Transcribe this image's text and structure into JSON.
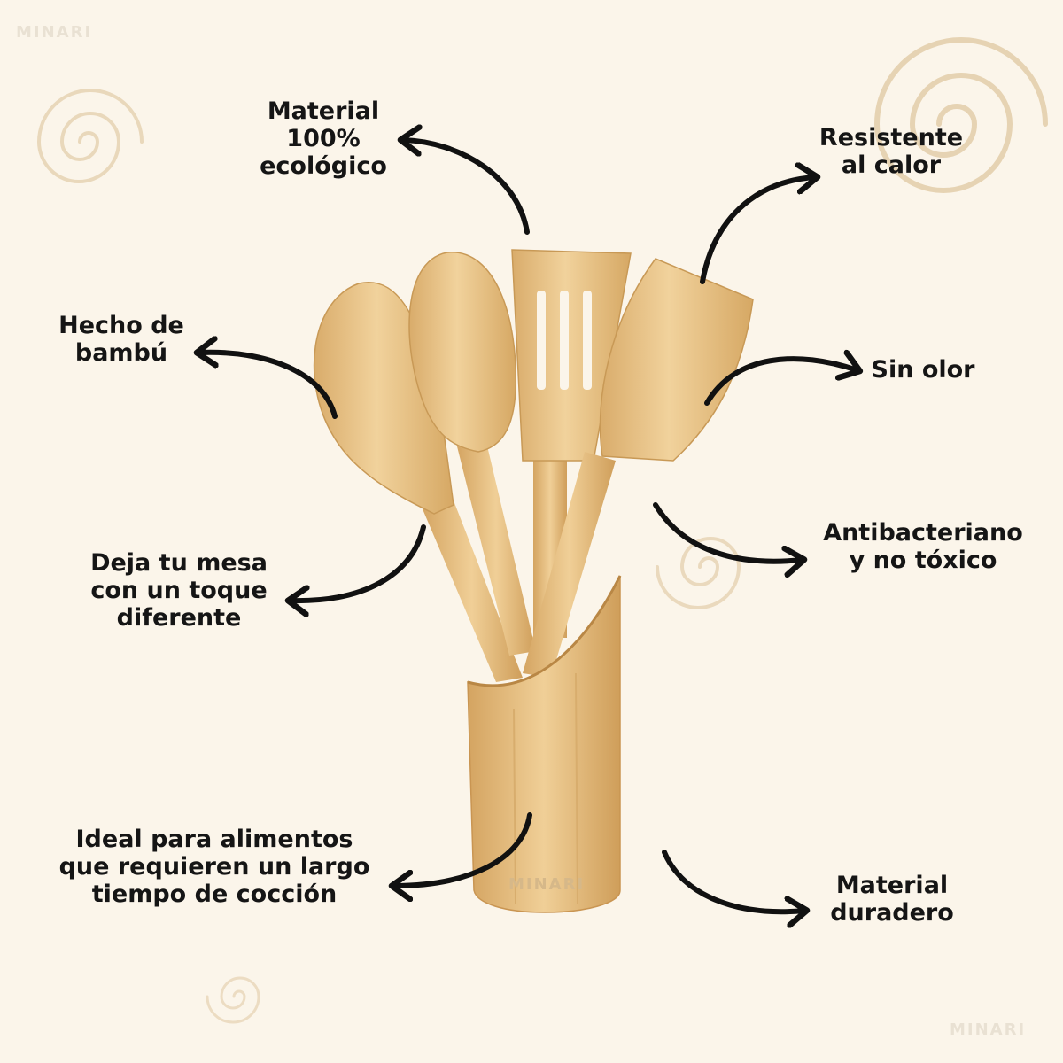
{
  "brand": {
    "watermark": "MINARI"
  },
  "colors": {
    "background": "#fbf5ea",
    "bamboo": "#e8c48a",
    "bamboo_dark": "#c99a55",
    "text": "#151515",
    "arrow": "#111111",
    "spiral": "#e3cfae"
  },
  "features": [
    {
      "id": "ecologico",
      "lines": [
        "Material",
        "100%",
        "ecológico"
      ]
    },
    {
      "id": "calor",
      "lines": [
        "Resistente",
        "al calor"
      ]
    },
    {
      "id": "bambu",
      "lines": [
        "Hecho de",
        "bambú"
      ]
    },
    {
      "id": "olor",
      "lines": [
        "Sin olor"
      ]
    },
    {
      "id": "mesa",
      "lines": [
        "Deja tu mesa",
        "con un toque",
        "diferente"
      ]
    },
    {
      "id": "antibacteriano",
      "lines": [
        "Antibacteriano",
        "y no tóxico"
      ]
    },
    {
      "id": "coccion",
      "lines": [
        "Ideal para alimentos",
        "que requieren un largo",
        "tiempo de cocción"
      ]
    },
    {
      "id": "duradero",
      "lines": [
        "Material",
        "duradero"
      ]
    }
  ]
}
